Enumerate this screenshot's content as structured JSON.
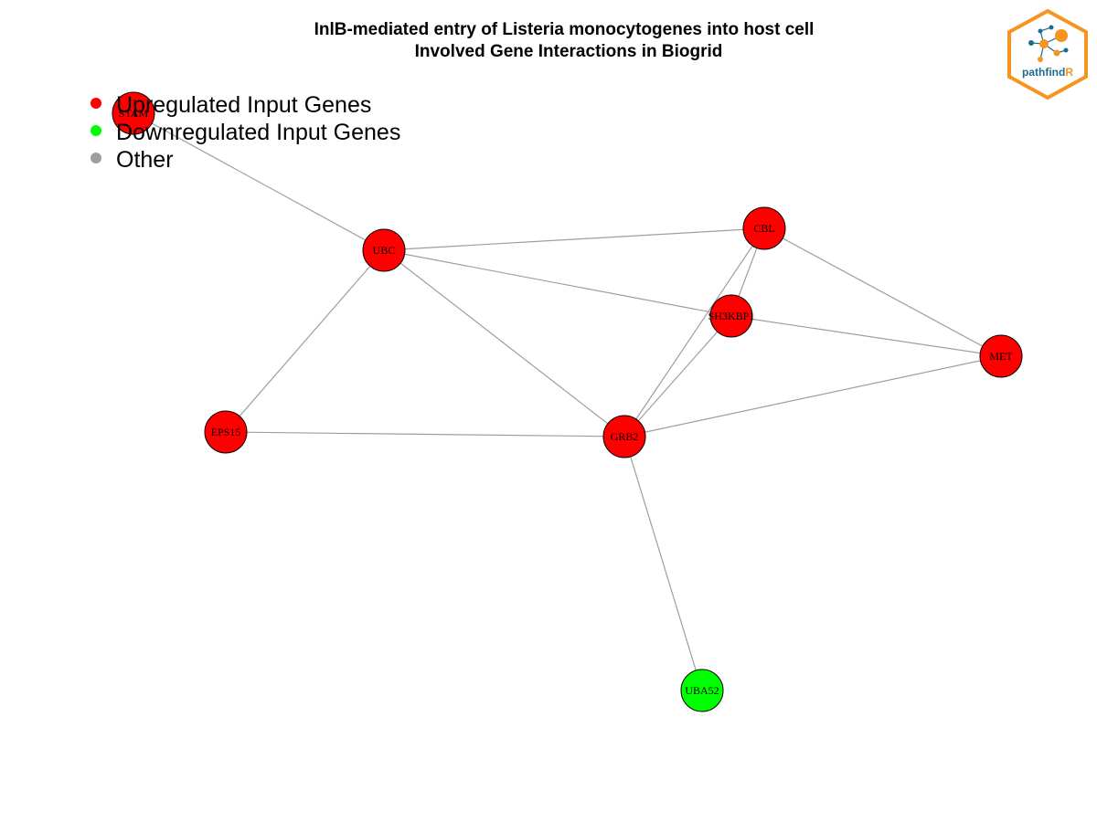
{
  "title": {
    "line1": "InlB-mediated entry of Listeria monocytogenes into host cell",
    "line2": "Involved Gene Interactions in Biogrid"
  },
  "legend": [
    {
      "label": "Upregulated Input Genes",
      "color": "#ff0000"
    },
    {
      "label": "Downregulated Input Genes",
      "color": "#00ff00"
    },
    {
      "label": "Other",
      "color": "#9e9e9e"
    }
  ],
  "logo": {
    "text_main": "pathfind",
    "text_accent": "R",
    "border_color": "#f7941d",
    "text_color": "#1c6b8f",
    "accent_color": "#f7941d"
  },
  "colors": {
    "edge": "#9e9e9e",
    "upregulated": "#ff0000",
    "downregulated": "#00ff00"
  },
  "nodes": [
    {
      "id": "STAM",
      "label": "STAM",
      "status": "upregulated"
    },
    {
      "id": "UBC",
      "label": "UBC",
      "status": "upregulated"
    },
    {
      "id": "CBL",
      "label": "CBL",
      "status": "upregulated"
    },
    {
      "id": "SH3KBP1",
      "label": "SH3KBP1",
      "status": "upregulated"
    },
    {
      "id": "MET",
      "label": "MET",
      "status": "upregulated"
    },
    {
      "id": "EPS15",
      "label": "EPS15",
      "status": "upregulated"
    },
    {
      "id": "GRB2",
      "label": "GRB2",
      "status": "upregulated"
    },
    {
      "id": "UBA52",
      "label": "UBA52",
      "status": "downregulated"
    }
  ],
  "edges": [
    [
      "STAM",
      "UBC"
    ],
    [
      "UBC",
      "CBL"
    ],
    [
      "UBC",
      "SH3KBP1"
    ],
    [
      "UBC",
      "EPS15"
    ],
    [
      "UBC",
      "GRB2"
    ],
    [
      "CBL",
      "SH3KBP1"
    ],
    [
      "CBL",
      "MET"
    ],
    [
      "CBL",
      "GRB2"
    ],
    [
      "SH3KBP1",
      "MET"
    ],
    [
      "SH3KBP1",
      "GRB2"
    ],
    [
      "MET",
      "GRB2"
    ],
    [
      "EPS15",
      "GRB2"
    ],
    [
      "GRB2",
      "UBA52"
    ]
  ]
}
